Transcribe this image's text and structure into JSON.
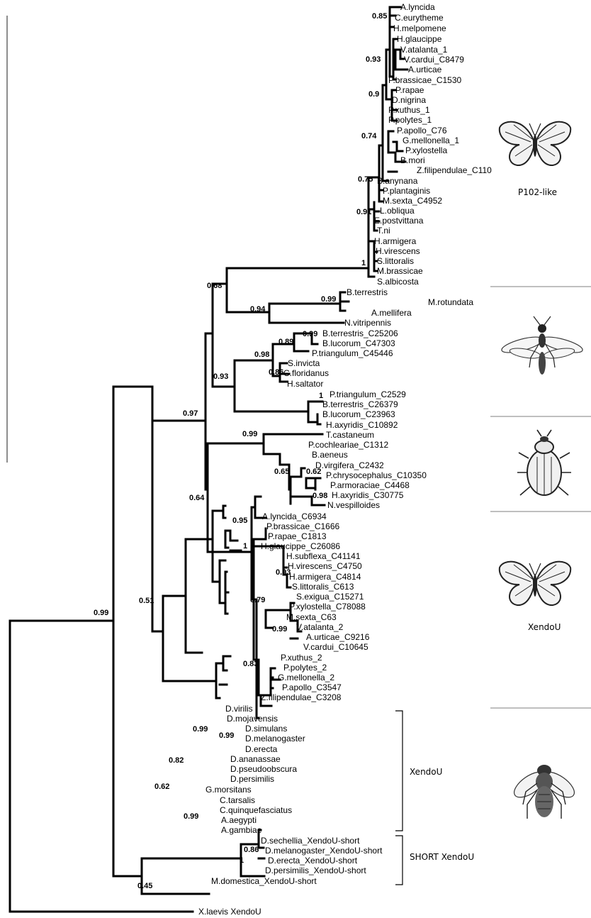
{
  "leaves": {
    "alyncida": "A.lyncida",
    "ceurytheme": "C.eurytheme",
    "hmelpomene": "H.melpomene",
    "hglaucippe": "H.glaucippe",
    "vatalanta1": "V.atalanta_1",
    "vcardui8479": "V.cardui_C8479",
    "aurticae": "A.urticae",
    "pbrassicae1530": "P.brassicae_C1530",
    "prapae": "P.rapae",
    "dnigrina": "D.nigrina",
    "pxuthus1": "P.xuthus_1",
    "ppolytes1": "P.polytes_1",
    "papollo76": "P.apollo_C76",
    "gmellonella1": "G.mellonella_1",
    "pxylostella": "P.xylostella",
    "bmori": "B.mori",
    "zfilip110": "Z.filipendulae_C110",
    "banynana": "B.anynana",
    "pplantaginis": "P.plantaginis",
    "msexta4952": "M.sexta_C4952",
    "lobliqua": "L.obliqua",
    "epostvittana": "E.postvittana",
    "tni": "T.ni",
    "harmigera": "H.armigera",
    "hvirescens": "H.virescens",
    "slittoralis": "S.littoralis",
    "mbrassicae": "M.brassicae",
    "salbicosta": "S.albicosta",
    "bterrestris": "B.terrestris",
    "mrotundata": "M.rotundata",
    "amellifera": "A.mellifera",
    "nvitripennis": "N.vitripennis",
    "bterr25206": "B.terrestris_C25206",
    "bluc47303": "B.lucorum_C47303",
    "ptri45446": "P.triangulum_C45446",
    "sinvicta": "S.invicta",
    "cfloridanus": "C.floridanus",
    "hsaltator": "H.saltator",
    "ptri2529": "P.triangulum_C2529",
    "bterr26379": "B.terrestris_C26379",
    "bluc23963": "B.lucorum_C23963",
    "haxy10892": "H.axyridis_C10892",
    "tcastaneum": "T.castaneum",
    "pcoch1312": "P.cochleariae_C1312",
    "baeneus": "B.aeneus",
    "dvirg2432": "D.virgifera_C2432",
    "pchrys10350": "P.chrysocephalus_C10350",
    "parmor4468": "P.armoraciae_C4468",
    "haxy30775": "H.axyridis_C30775",
    "nvespilloides": "N.vespilloides",
    "alyncida6934": "A.lyncida_C6934",
    "pbrassicae1666": "P.brassicae_C1666",
    "prapae1813": "P.rapae_C1813",
    "hglau26086": "H.glaucippe_C26086",
    "hsub41141": "H.subflexa_C41141",
    "hvir4750": "H.virescens_C4750",
    "harm4814": "H.armigera_C4814",
    "slitt613": "S.littoralis_C613",
    "sexig15271": "S.exigua_C15271",
    "pxylo78088": "P.xylostella_C78088",
    "msexta63": "M.sexta_C63",
    "vatalanta2": "V.atalanta_2",
    "aurt9216": "A.urticae_C9216",
    "vcard10645": "V.cardui_C10645",
    "pxuthus2": "P.xuthus_2",
    "ppolytes2": "P.polytes_2",
    "gmellonella2": "G.mellonella_2",
    "papollo3547": "P.apollo_C3547",
    "zfilip3208": "Z.filipendulae_C3208",
    "dvirilis": "D.virilis",
    "dmojavensis": "D.mojavensis",
    "dsimulans": "D.simulans",
    "dmelanogaster": "D.melanogaster",
    "derecta": "D.erecta",
    "dananassae": "D.ananassae",
    "dpseudo": "D.pseudoobscura",
    "dpersimilis": "D.persimilis",
    "gmorsitans": "G.morsitans",
    "ctarsalis": "C.tarsalis",
    "cquinque": "C.quinquefasciatus",
    "aaegypti": "A.aegypti",
    "agambiae": "A.gambiae",
    "dsechS": "D.sechellia_XendoU-short",
    "dmelS": "D.melanogaster_XendoU-short",
    "derS": "D.erecta_XendoU-short",
    "dperS": "D.persimilis_XendoU-short",
    "mdomS": "M.domestica_XendoU-short",
    "xlaevis": "X.laevis  XendoU"
  },
  "support": {
    "s085": "0.85",
    "s093a": "0.93",
    "s09": "0.9",
    "s074": "0.74",
    "s075": "0.75",
    "s091": "0.91",
    "s1a": "1",
    "s068": "0.68",
    "s099a": "0.99",
    "s094": "0.94",
    "s099b": "0.99",
    "s089": "0.89",
    "s098a": "0.98",
    "s086a": "0.86",
    "s093b": "0.93",
    "s1b": "1",
    "s097": "0.97",
    "s099c": "0.99",
    "s065": "0.65",
    "s062a": "0.62",
    "s098b": "0.98",
    "s064": "0.64",
    "s095": "0.95",
    "s1c": "1",
    "s093c": "0.93",
    "s079": "0.79",
    "s099d": "0.99",
    "s083": "0.83",
    "s051": "0.51",
    "s099e": "0.99",
    "s099f": "0.99",
    "s082": "0.82",
    "s062b": "0.62",
    "s099g": "0.99",
    "s086b": "0.86",
    "s1d": "1",
    "s045": "0.45",
    "s099h": "0.99"
  },
  "groups": {
    "p102": "P102-like",
    "xendou_lep": "XendoU",
    "xendou_dipt": "XendoU",
    "short": "SHORT XendoU"
  },
  "icons": [
    "butterfly-icon",
    "wasp-icon",
    "beetle-icon",
    "butterfly-icon",
    "fly-icon"
  ],
  "colors": {
    "branch": "#000000",
    "separator": "#999999"
  }
}
